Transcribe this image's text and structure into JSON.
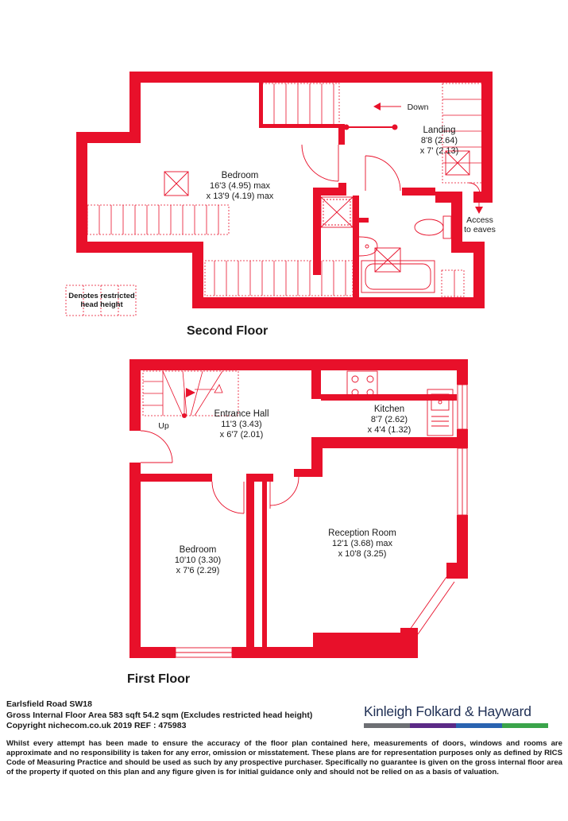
{
  "colors": {
    "wall": "#e8102a",
    "fixture": "#e8102a",
    "stair": "#e8102a",
    "text": "#1a1a1a",
    "brand_text": "#1f2f54",
    "brand_bar": [
      "#6d6f73",
      "#5b2a86",
      "#2a63b0",
      "#3aa44a"
    ]
  },
  "second_floor": {
    "title": "Second Floor",
    "rooms": [
      {
        "name": "Bedroom",
        "dim1": "16'3 (4.95) max",
        "dim2": "x 13'9 (4.19) max"
      },
      {
        "name": "Landing",
        "dim1": "8'8 (2.64)",
        "dim2": "x 7' (2.13)"
      }
    ],
    "labels": {
      "down": "Down",
      "access_line1": "Access",
      "access_line2": "to eaves"
    },
    "legend_line1": "Denotes restricted",
    "legend_line2": "head height"
  },
  "first_floor": {
    "title": "First Floor",
    "rooms": [
      {
        "name": "Entrance Hall",
        "dim1": "11'3 (3.43)",
        "dim2": "x 6'7 (2.01)"
      },
      {
        "name": "Kitchen",
        "dim1": "8'7 (2.62)",
        "dim2": "x 4'4 (1.32)"
      },
      {
        "name": "Reception Room",
        "dim1": "12'1 (3.68) max",
        "dim2": "x 10'8 (3.25)"
      },
      {
        "name": "Bedroom",
        "dim1": "10'10 (3.30)",
        "dim2": "x 7'6 (2.29)"
      }
    ],
    "labels": {
      "up": "Up"
    }
  },
  "footer": {
    "address": "Earlsfield Road SW18",
    "area": "Gross Internal Floor Area 583 sqft 54.2 sqm (Excludes restricted head height)",
    "copyright": "Copyright nichecom.co.uk 2019 REF : 475983",
    "brand": "Kinleigh Folkard & Hayward",
    "disclaimer": "Whilst every attempt has been made to ensure the accuracy of the floor plan contained here, measurements of doors, windows and rooms are approximate and no responsibility is taken for any error, omission or misstatement.  These plans are for representation purposes only as defined by RICS Code of Measuring Practice and should be used as such by any prospective purchaser.  Specifically no guarantee is given on the gross internal floor area of the property if quoted on this plan and any figure given is for initial guidance only and should not be relied on as a basis of valuation."
  }
}
